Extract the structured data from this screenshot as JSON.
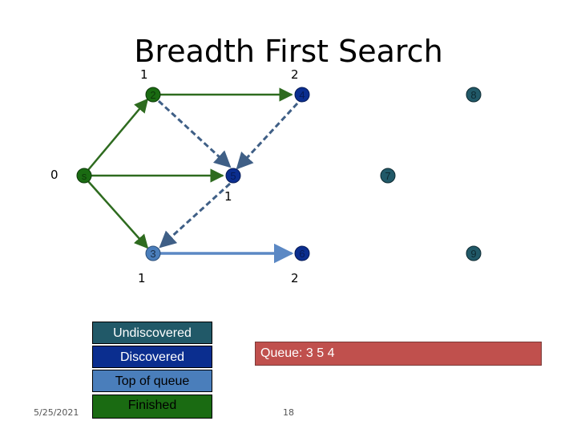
{
  "title": "Breadth First Search",
  "colors": {
    "tree_edge": "#2e6b1f",
    "unexplored_edge": "#3f5f86",
    "current_edge": "#5b88c4",
    "undiscovered": "#215968",
    "discovered": "#0b2e8f",
    "top_of_queue": "#4a7ebb",
    "finished": "#1a6b12",
    "queue_bg": "#c0504d"
  },
  "nodes": [
    {
      "id": "0",
      "label": "s",
      "state": "finished"
    },
    {
      "id": "1",
      "label": "2",
      "state": "finished"
    },
    {
      "id": "2",
      "label": "3",
      "state": "top_of_queue"
    },
    {
      "id": "3",
      "label": "4",
      "state": "discovered"
    },
    {
      "id": "4",
      "label": "5",
      "state": "discovered"
    },
    {
      "id": "5",
      "label": "6",
      "state": "discovered"
    },
    {
      "id": "6",
      "label": "7",
      "state": "undiscovered"
    },
    {
      "id": "7",
      "label": "8",
      "state": "undiscovered"
    },
    {
      "id": "8",
      "label": "9",
      "state": "undiscovered"
    }
  ],
  "distances": {
    "s": "0",
    "n2": "1",
    "n3": "1",
    "n5": "1",
    "n4": "2",
    "n6": "2",
    "n2_above": "1",
    "n4_above": "2"
  },
  "legend": {
    "undiscovered": "Undiscovered",
    "discovered": "Discovered",
    "top_of_queue": "Top of queue",
    "finished": "Finished"
  },
  "queue_text": "Queue: 3 5 4",
  "footer": {
    "date": "5/25/2021",
    "page": "18"
  }
}
